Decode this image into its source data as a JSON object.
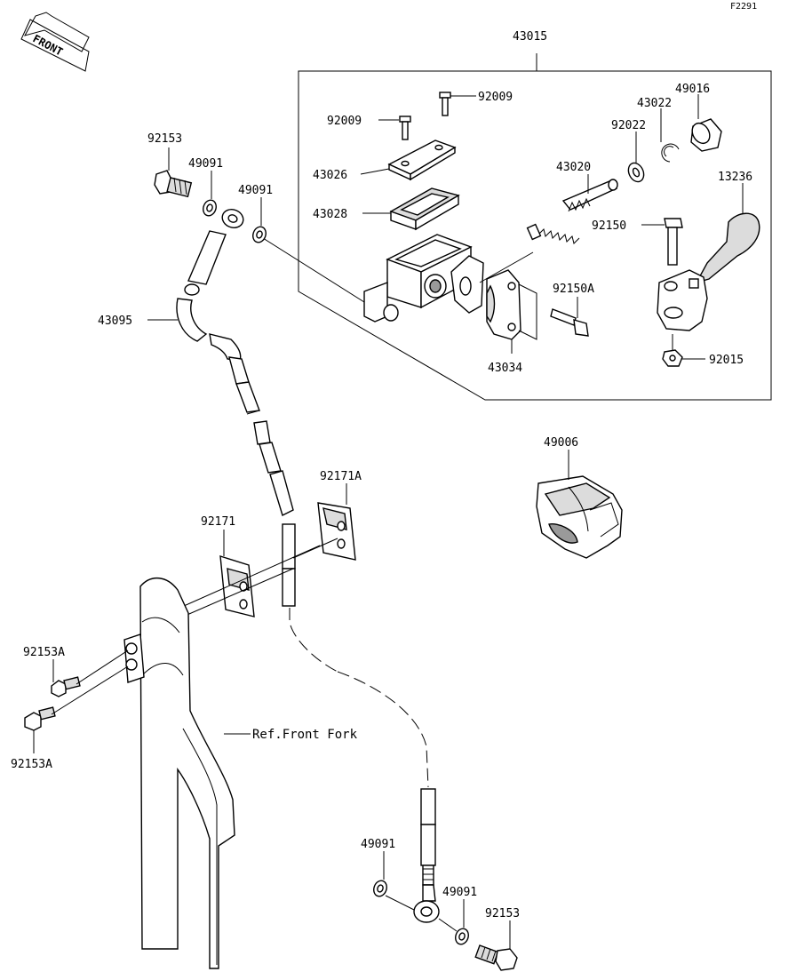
{
  "figure_code": "F2291",
  "front_label": "FRONT",
  "reference_label": "Ref.Front Fork",
  "labels": {
    "assembly": "43015",
    "screw_left": "92009",
    "screw_right": "92009",
    "cap": "43026",
    "diaphragm": "43028",
    "piston_set": "43020",
    "dust_boot": "49016",
    "circlip": "43022",
    "washer": "92022",
    "lever": "13236",
    "pivot_bolt": "92150",
    "clamp_bolt": "92150A",
    "clamp": "43034",
    "nut": "92015",
    "lever_guard": "49006",
    "banjo_bolt_top": "92153",
    "gasket_top_left": "49091",
    "gasket_top_right": "49091",
    "brake_hose": "43095",
    "hose_clamp": "92171",
    "hose_clamp_a": "92171A",
    "clamp_bolt_upper": "92153A",
    "clamp_bolt_lower": "92153A",
    "gasket_bottom_left": "49091",
    "gasket_bottom_right": "49091",
    "banjo_bolt_bottom": "92153"
  }
}
